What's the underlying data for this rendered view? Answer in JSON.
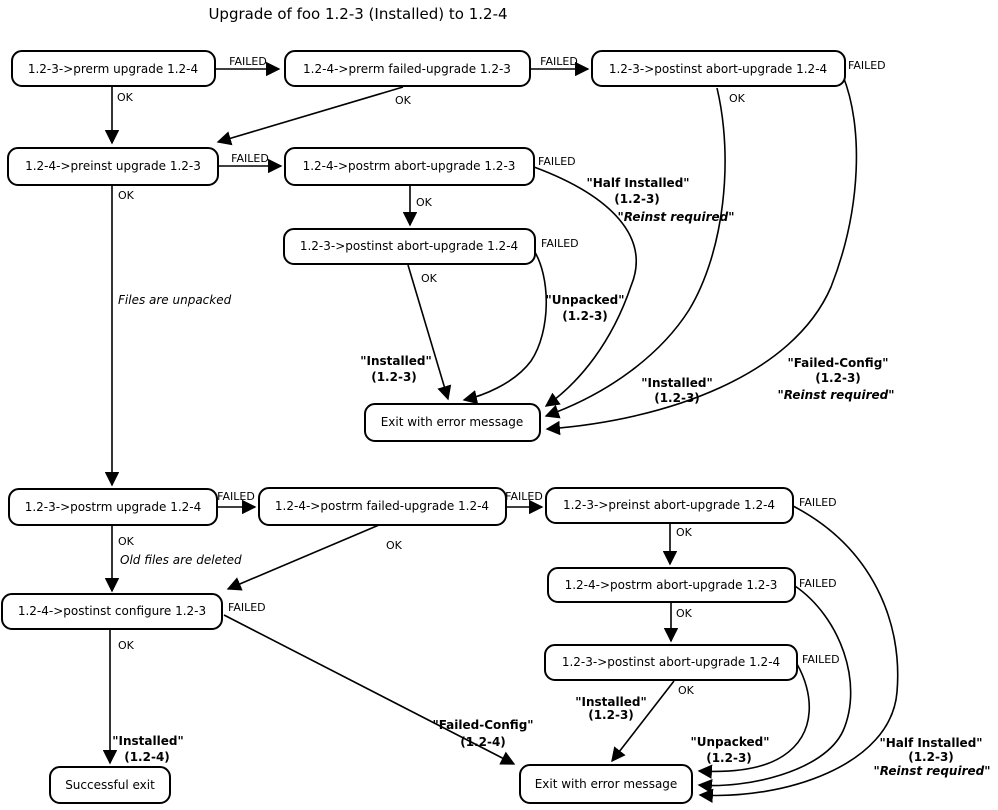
{
  "title": "Upgrade of foo 1.2-3 (Installed) to 1.2-4",
  "colors": {
    "ink": "#000000",
    "box_fill": "#ffffff",
    "background": "#ffffff"
  },
  "nodes": {
    "prerm_upgrade": {
      "label": "1.2-3->prerm upgrade 1.2-4"
    },
    "prerm_failed_upgrade": {
      "label": "1.2-4->prerm failed-upgrade 1.2-3"
    },
    "postinst_abort_top": {
      "label": "1.2-3->postinst abort-upgrade 1.2-4"
    },
    "preinst_upgrade": {
      "label": "1.2-4->preinst upgrade 1.2-3"
    },
    "postrm_abort_mid": {
      "label": "1.2-4->postrm abort-upgrade 1.2-3"
    },
    "postinst_abort_mid": {
      "label": "1.2-3->postinst abort-upgrade 1.2-4"
    },
    "exit_error_top": {
      "label": "Exit with error message"
    },
    "postrm_upgrade": {
      "label": "1.2-3->postrm upgrade 1.2-4"
    },
    "postrm_failed_upgrade": {
      "label": "1.2-4->postrm failed-upgrade 1.2-4"
    },
    "preinst_abort": {
      "label": "1.2-3->preinst abort-upgrade 1.2-4"
    },
    "postinst_configure": {
      "label": "1.2-4->postinst configure 1.2-3"
    },
    "postrm_abort_bottom": {
      "label": "1.2-4->postrm abort-upgrade 1.2-3"
    },
    "postinst_abort_bottom": {
      "label": "1.2-3->postinst abort-upgrade 1.2-4"
    },
    "successful_exit": {
      "label": "Successful exit"
    },
    "exit_error_bottom": {
      "label": "Exit with error message"
    }
  },
  "edge_labels": {
    "ok": "OK",
    "failed": "FAILED"
  },
  "notes": {
    "files_unpacked": "Files are unpacked",
    "old_files_deleted": "Old files are deleted"
  },
  "state_labels": {
    "half_installed_top": {
      "lines": [
        "\"Half Installed\"",
        "(1.2-3)",
        "\"Reinst required\""
      ]
    },
    "unpacked_top": {
      "lines": [
        "\"Unpacked\"",
        "(1.2-3)"
      ]
    },
    "installed_top_left": {
      "lines": [
        "\"Installed\"",
        "(1.2-3)"
      ]
    },
    "installed_top_right": {
      "lines": [
        "\"Installed\"",
        "(1.2-3)"
      ]
    },
    "failed_config_top": {
      "lines": [
        "\"Failed-Config\"",
        "(1.2-3)",
        "\"Reinst required\""
      ]
    },
    "installed_bottom_left": {
      "lines": [
        "\"Installed\"",
        "(1.2-4)"
      ]
    },
    "failed_config_bottom": {
      "lines": [
        "\"Failed-Config\"",
        "(1.2-4)"
      ]
    },
    "installed_bottom_mid": {
      "lines": [
        "\"Installed\"",
        "(1.2-3)"
      ]
    },
    "unpacked_bottom": {
      "lines": [
        "\"Unpacked\"",
        "(1.2-3)"
      ]
    },
    "half_installed_bottom": {
      "lines": [
        "\"Half Installed\"",
        "(1.2-3)",
        "\"Reinst required\""
      ]
    }
  }
}
